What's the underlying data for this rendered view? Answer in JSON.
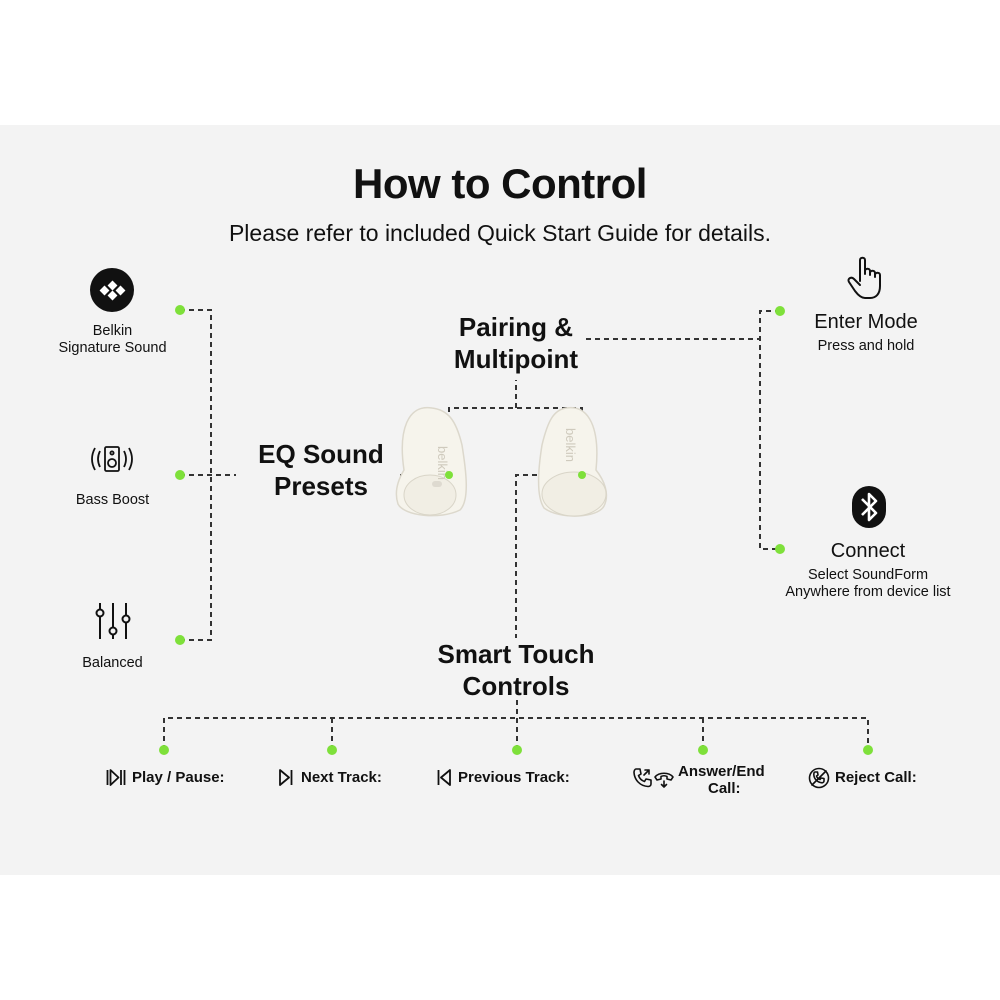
{
  "header": {
    "title": "How to Control",
    "subtitle": "Please refer to included Quick Start Guide for details."
  },
  "eq": {
    "heading_line1": "EQ Sound",
    "heading_line2": "Presets",
    "presets": [
      {
        "label_line1": "Belkin",
        "label_line2": "Signature Sound",
        "icon": "belkin-logo-icon"
      },
      {
        "label_line1": "Bass Boost",
        "label_line2": "",
        "icon": "speaker-icon"
      },
      {
        "label_line1": "Balanced",
        "label_line2": "",
        "icon": "equalizer-sliders-icon"
      }
    ]
  },
  "pairing": {
    "heading_line1": "Pairing &",
    "heading_line2": "Multipoint",
    "enter_mode": {
      "title": "Enter Mode",
      "desc": "Press and hold",
      "icon": "hand-tap-icon"
    },
    "connect": {
      "title": "Connect",
      "desc_line1": "Select SoundForm",
      "desc_line2": "Anywhere from device list",
      "icon": "bluetooth-icon"
    }
  },
  "earbuds": {
    "brand": "belkin"
  },
  "touch": {
    "heading_line1": "Smart Touch",
    "heading_line2": "Controls",
    "controls": [
      {
        "label": "Play / Pause:",
        "icon": "play-pause-icon"
      },
      {
        "label": "Next Track:",
        "icon": "next-track-icon"
      },
      {
        "label": "Previous Track:",
        "icon": "previous-track-icon"
      },
      {
        "label_line1": "Answer/End",
        "label_line2": "Call:",
        "icon": "phone-answer-end-icon"
      },
      {
        "label": "Reject Call:",
        "icon": "reject-call-icon"
      }
    ]
  },
  "colors": {
    "dot": "#7ee03a",
    "panel": "#f3f3f3",
    "text": "#111111"
  }
}
